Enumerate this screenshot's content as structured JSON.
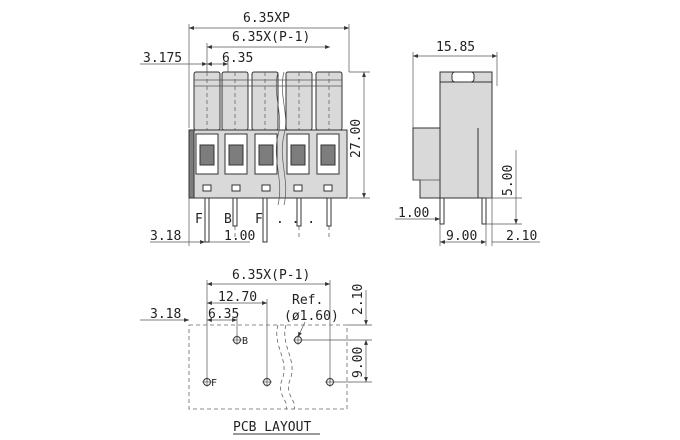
{
  "front_view": {
    "dim_total_width": "6.35XP",
    "dim_pitch_span": "6.35X(P-1)",
    "dim_pitch": "6.35",
    "dim_left_offset": "3.175",
    "dim_height": "27.00",
    "dim_pin_offset": "3.18",
    "dim_pin_width": "1.00",
    "pin_label_f1": "F",
    "pin_label_b": "B",
    "pin_label_f2": "F",
    "ellipsis": ". . ."
  },
  "side_view": {
    "dim_depth": "15.85",
    "dim_pin_height": "5.00",
    "dim_pin_width": "1.00",
    "dim_pin_spacing": "9.00",
    "dim_pin_back": "2.10"
  },
  "pcb_layout": {
    "title": "PCB LAYOUT",
    "dim_pitch_span": "6.35X(P-1)",
    "dim_row_span": "12.70",
    "dim_pitch": "6.35",
    "dim_edge": "3.18",
    "ref_label": "Ref.",
    "hole_diameter": "(ø1.60)",
    "dim_top": "2.10",
    "dim_row_spacing": "9.00",
    "label_b": "B",
    "label_f": "F"
  }
}
